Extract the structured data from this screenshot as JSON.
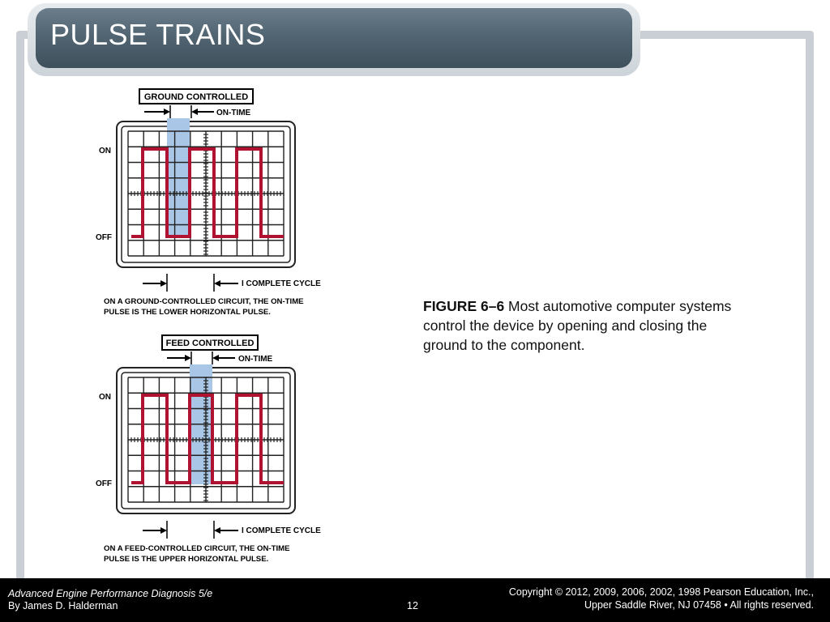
{
  "slide": {
    "title": "PULSE TRAINS"
  },
  "figure": {
    "top_panel": {
      "box_label": "GROUND CONTROLLED",
      "on_time": "ON-TIME",
      "on": "ON",
      "off": "OFF",
      "cycle": "I COMPLETE CYCLE",
      "note_line1": "ON A GROUND-CONTROLLED CIRCUIT, THE ON-TIME",
      "note_line2": "PULSE IS THE LOWER HORIZONTAL PULSE."
    },
    "bottom_panel": {
      "box_label": "FEED CONTROLLED",
      "on_time": "ON-TIME",
      "on": "ON",
      "off": "OFF",
      "cycle": "I COMPLETE CYCLE",
      "note_line1": "ON A FEED-CONTROLLED CIRCUIT, THE ON-TIME",
      "note_line2": "PULSE IS THE UPPER HORIZONTAL PULSE."
    },
    "colors": {
      "pulse": "#b01232",
      "highlight": "#a9c6e6",
      "grid": "#222222"
    }
  },
  "caption": {
    "label": "FIGURE 6–6",
    "text": " Most automotive computer systems control the device by opening and closing the ground to the component."
  },
  "footer": {
    "book_title": "Advanced Engine Performance Diagnosis 5/e",
    "author": "By James D. Halderman",
    "page": "12",
    "copyright_line1": "Copyright © 2012, 2009, 2006, 2002, 1998 Pearson Education, Inc.,",
    "copyright_line2": "Upper Saddle River, NJ 07458 • All rights reserved."
  }
}
